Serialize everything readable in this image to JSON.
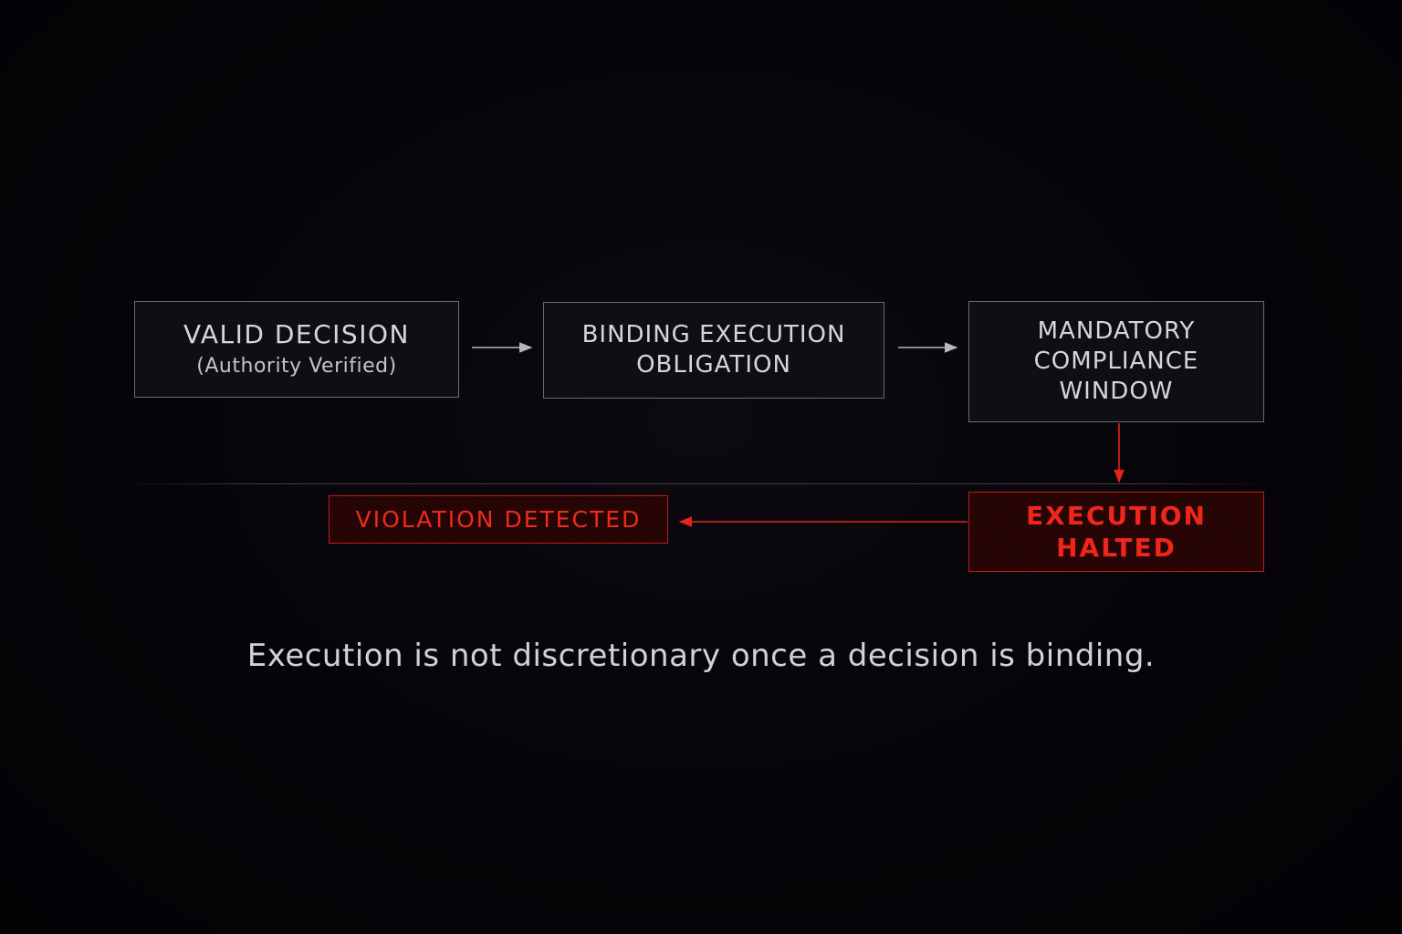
{
  "diagram": {
    "nodes": [
      {
        "id": "valid",
        "label": "VALID DECISION",
        "sub": "(Authority Verified)"
      },
      {
        "id": "binding",
        "label": "BINDING EXECUTION\nOBLIGATION"
      },
      {
        "id": "mandatory",
        "label": "MANDATORY\nCOMPLIANCE\nWINDOW"
      },
      {
        "id": "halted",
        "label": "EXECUTION\nHALTED"
      },
      {
        "id": "violation",
        "label": "VIOLATION DETECTED"
      }
    ],
    "edges": [
      {
        "from": "valid",
        "to": "binding"
      },
      {
        "from": "binding",
        "to": "mandatory"
      },
      {
        "from": "mandatory",
        "to": "halted"
      },
      {
        "from": "halted",
        "to": "violation"
      }
    ],
    "caption": "Execution is not discretionary once a decision is binding."
  },
  "colors": {
    "background": "#050308",
    "node_border": "#6a6a70",
    "node_text": "#d6d6da",
    "alert_red": "#e8221a",
    "arrow_gray": "#b8b8bc"
  }
}
